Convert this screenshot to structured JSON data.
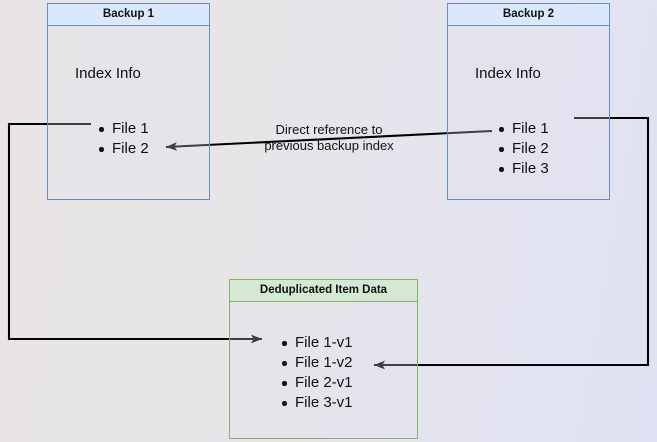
{
  "diagram": {
    "title_hidden": "Backup deduplication reference diagram",
    "colors": {
      "blue_header": "#dae8fc",
      "blue_border": "#6c8ebf",
      "green_header": "#d5e8d4",
      "green_border": "#82b366",
      "edge": "#000000",
      "text": "#101010"
    },
    "nodes": [
      {
        "id": "backup1",
        "title": "Backup 1",
        "section_label": "Index Info",
        "items": [
          "File 1",
          "File 2"
        ]
      },
      {
        "id": "backup2",
        "title": "Backup 2",
        "section_label": "Index Info",
        "items": [
          "File 1",
          "File 2",
          "File 3"
        ]
      },
      {
        "id": "dedup",
        "title": "Deduplicated Item Data",
        "items": [
          "File 1-v1",
          "File 1-v2",
          "File 2-v1",
          "File 3-v1"
        ]
      }
    ],
    "edge_labels": {
      "direct_reference": "Direct reference to\nprevious backup index"
    }
  }
}
